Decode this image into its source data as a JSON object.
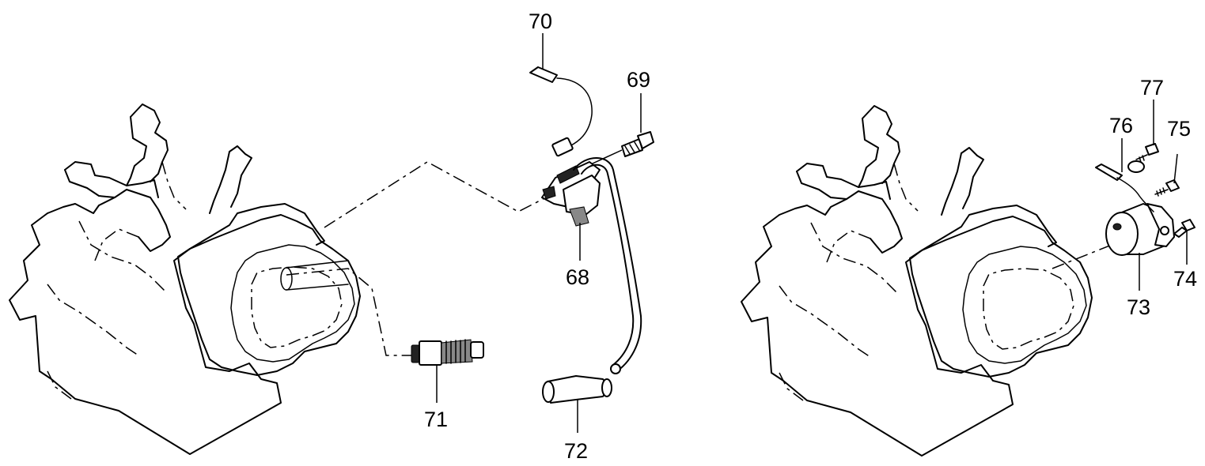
{
  "callouts": {
    "c68": "68",
    "c69": "69",
    "c70": "70",
    "c71": "71",
    "c72": "72",
    "c73": "73",
    "c74": "74",
    "c75": "75",
    "c76": "76",
    "c77": "77"
  }
}
